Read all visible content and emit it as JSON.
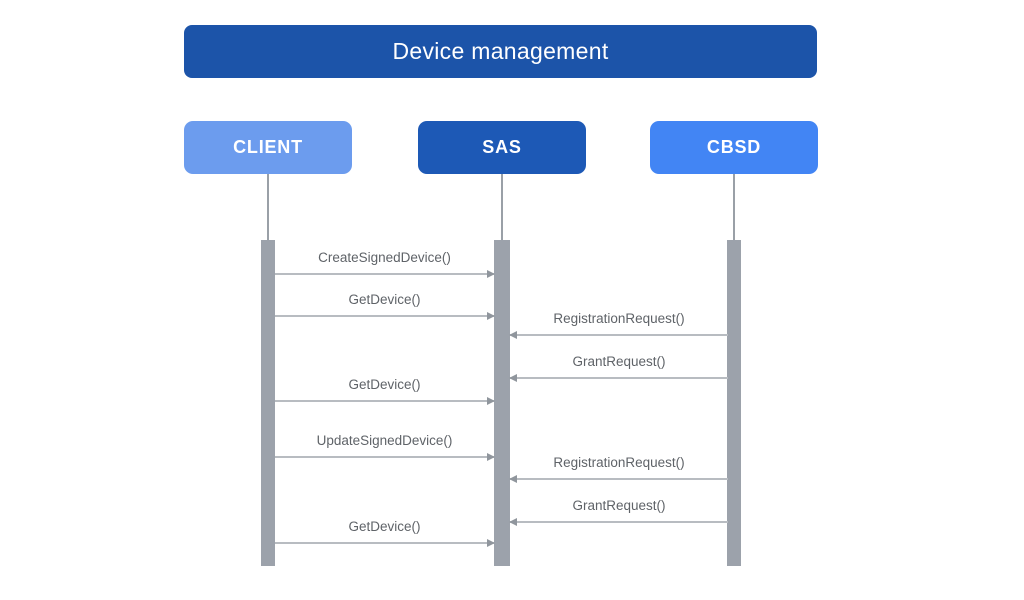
{
  "colors": {
    "background": "#ffffff",
    "title_bg": "#1c54a9",
    "client_bg": "#6c9cee",
    "sas_bg": "#1d59b6",
    "cbsd_bg": "#4285f4",
    "actor_text": "#ffffff",
    "lifeline": "#9aa0a7",
    "activation_bar": "#9ca2ab",
    "arrow_line": "#b8bcc1",
    "arrow_head": "#90969d",
    "message_text": "#5f6368"
  },
  "diagram": {
    "type": "sequence-diagram",
    "title": "Device management",
    "actors": [
      {
        "id": "client",
        "label": "CLIENT"
      },
      {
        "id": "sas",
        "label": "SAS"
      },
      {
        "id": "cbsd",
        "label": "CBSD"
      }
    ],
    "messages": [
      {
        "label": "CreateSignedDevice()",
        "from": "CLIENT",
        "to": "SAS",
        "direction": "right"
      },
      {
        "label": "GetDevice()",
        "from": "CLIENT",
        "to": "SAS",
        "direction": "right"
      },
      {
        "label": "RegistrationRequest()",
        "from": "CBSD",
        "to": "SAS",
        "direction": "left"
      },
      {
        "label": "GrantRequest()",
        "from": "CBSD",
        "to": "SAS",
        "direction": "left"
      },
      {
        "label": "GetDevice()",
        "from": "CLIENT",
        "to": "SAS",
        "direction": "right"
      },
      {
        "label": "UpdateSignedDevice()",
        "from": "CLIENT",
        "to": "SAS",
        "direction": "right"
      },
      {
        "label": "RegistrationRequest()",
        "from": "CBSD",
        "to": "SAS",
        "direction": "left"
      },
      {
        "label": "GrantRequest()",
        "from": "CBSD",
        "to": "SAS",
        "direction": "left"
      },
      {
        "label": "GetDevice()",
        "from": "CLIENT",
        "to": "SAS",
        "direction": "right"
      }
    ]
  }
}
